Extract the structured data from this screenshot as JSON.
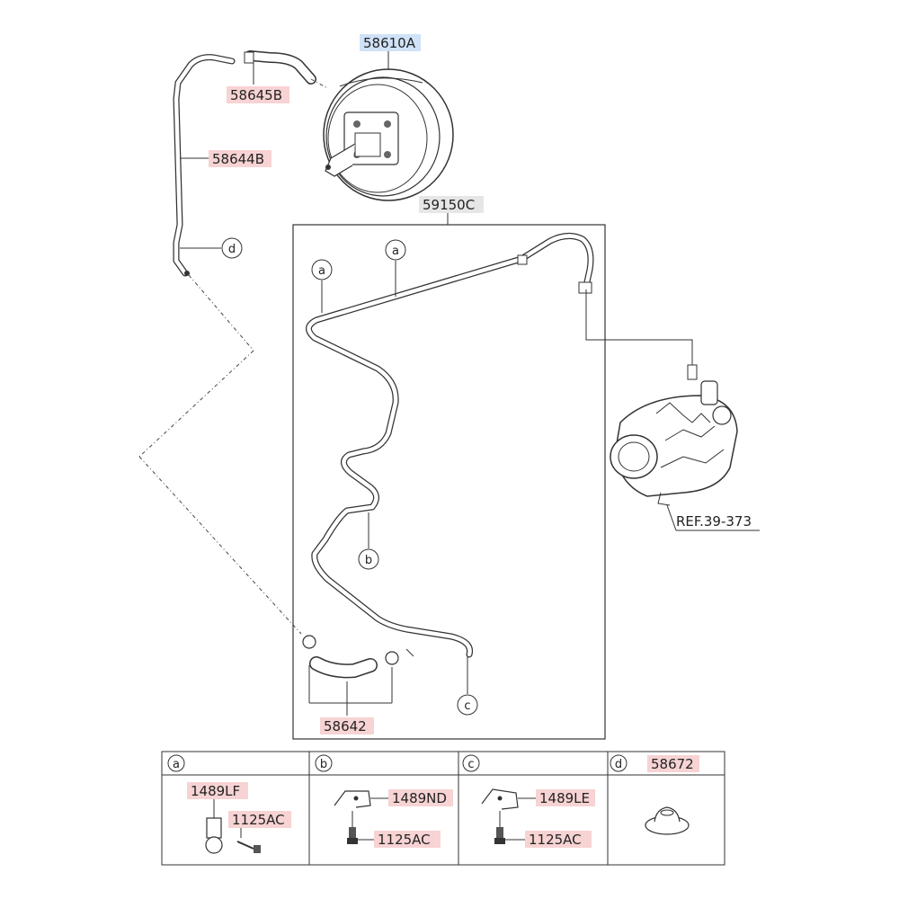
{
  "colors": {
    "highlight_red": "#f7d3d3",
    "highlight_blue": "#cfe2f7",
    "highlight_gray": "#e6e6e6",
    "line": "#333333"
  },
  "parts": {
    "booster": "58610A",
    "hose_top": "58645B",
    "pipe_left": "58644B",
    "vacuum_assy": "59150C",
    "hose_bottom": "58642",
    "ref": "REF.39-373"
  },
  "callouts": {
    "a": "a",
    "b": "b",
    "c": "c",
    "d": "d"
  },
  "details": {
    "a": {
      "letter": "a",
      "part1": "1489LF",
      "part2": "1125AC"
    },
    "b": {
      "letter": "b",
      "part1": "1489ND",
      "part2": "1125AC"
    },
    "c": {
      "letter": "c",
      "part1": "1489LE",
      "part2": "1125AC"
    },
    "d": {
      "letter": "d",
      "part1": "58672"
    }
  }
}
